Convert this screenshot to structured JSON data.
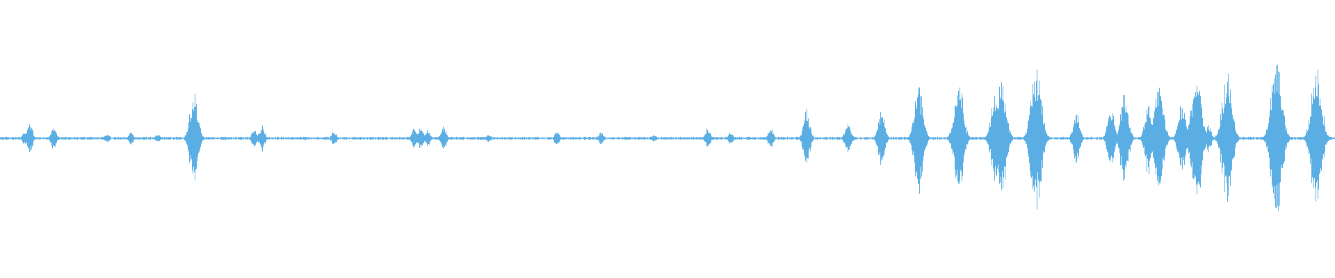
{
  "waveform": {
    "color": "#5aaee3",
    "background": "#ffffff",
    "baseline_amplitude": 0.012,
    "bursts": [
      {
        "t": 0.018,
        "a": 0.05
      },
      {
        "t": 0.022,
        "a": 0.12
      },
      {
        "t": 0.04,
        "a": 0.09
      },
      {
        "t": 0.08,
        "a": 0.04
      },
      {
        "t": 0.098,
        "a": 0.05
      },
      {
        "t": 0.118,
        "a": 0.03
      },
      {
        "t": 0.145,
        "a": 0.37
      },
      {
        "t": 0.19,
        "a": 0.07
      },
      {
        "t": 0.196,
        "a": 0.1
      },
      {
        "t": 0.25,
        "a": 0.06
      },
      {
        "t": 0.31,
        "a": 0.08
      },
      {
        "t": 0.315,
        "a": 0.09
      },
      {
        "t": 0.32,
        "a": 0.07
      },
      {
        "t": 0.332,
        "a": 0.1
      },
      {
        "t": 0.366,
        "a": 0.03
      },
      {
        "t": 0.417,
        "a": 0.06
      },
      {
        "t": 0.45,
        "a": 0.05
      },
      {
        "t": 0.49,
        "a": 0.03
      },
      {
        "t": 0.53,
        "a": 0.08
      },
      {
        "t": 0.547,
        "a": 0.05
      },
      {
        "t": 0.577,
        "a": 0.08
      },
      {
        "t": 0.604,
        "a": 0.22
      },
      {
        "t": 0.635,
        "a": 0.14
      },
      {
        "t": 0.66,
        "a": 0.22
      },
      {
        "t": 0.688,
        "a": 0.42
      },
      {
        "t": 0.718,
        "a": 0.45
      },
      {
        "t": 0.745,
        "a": 0.35
      },
      {
        "t": 0.75,
        "a": 0.47
      },
      {
        "t": 0.776,
        "a": 0.57
      },
      {
        "t": 0.806,
        "a": 0.21
      },
      {
        "t": 0.832,
        "a": 0.24
      },
      {
        "t": 0.842,
        "a": 0.36
      },
      {
        "t": 0.86,
        "a": 0.28
      },
      {
        "t": 0.868,
        "a": 0.45
      },
      {
        "t": 0.885,
        "a": 0.29
      },
      {
        "t": 0.896,
        "a": 0.54
      },
      {
        "t": 0.905,
        "a": 0.11
      },
      {
        "t": 0.919,
        "a": 0.53
      },
      {
        "t": 0.956,
        "a": 0.62
      },
      {
        "t": 0.986,
        "a": 0.57
      }
    ]
  }
}
